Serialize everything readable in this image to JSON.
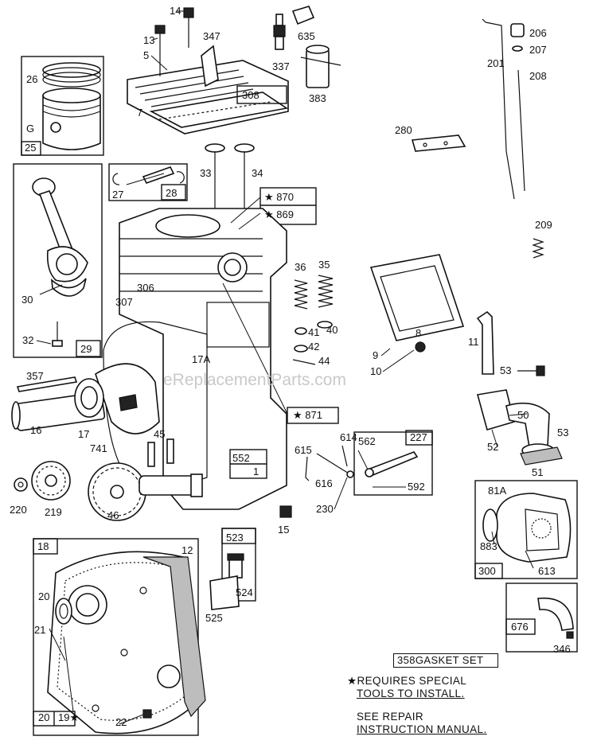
{
  "watermark": "eReplacementParts.com",
  "parts": {
    "p5": "5",
    "p7": "7",
    "p9": "9",
    "p10": "10",
    "p11": "11",
    "p12": "12",
    "p13": "13",
    "p14": "14",
    "p15": "15",
    "p16": "16",
    "p17": "17",
    "p17A": "17A",
    "p18": "18",
    "p19": "19★",
    "p20a": "20",
    "p20b": "20",
    "p21": "21",
    "p22": "22",
    "p25": "25",
    "p26": "26",
    "pG": "G",
    "p27": "27",
    "p28": "28",
    "p29": "29",
    "p30": "30",
    "p32": "32",
    "p33": "33",
    "p34": "34",
    "p35": "35",
    "p36": "36",
    "p40": "40",
    "p41": "41",
    "p42": "42",
    "p44": "44",
    "p45": "45",
    "p46": "46",
    "p50": "50",
    "p51": "51",
    "p52": "52",
    "p53a": "53",
    "p53b": "53",
    "p8": "8",
    "p81A": "81A",
    "p201": "201",
    "p206": "206",
    "p207": "207",
    "p208": "208",
    "p209": "209",
    "p219": "219",
    "p220": "220",
    "p227": "227",
    "p230": "230",
    "p280": "280",
    "p300": "300",
    "p306": "306",
    "p307": "307",
    "p308": "308",
    "p337": "337",
    "p346": "346",
    "p347": "347",
    "p357": "357",
    "p383": "383",
    "p523": "523",
    "p524": "524",
    "p525": "525",
    "p552": "552",
    "p1": "1",
    "p562": "562",
    "p592": "592",
    "p613": "613",
    "p614": "614",
    "p615": "615",
    "p616": "616",
    "p635": "635",
    "p676": "676",
    "p741": "741",
    "p869": "★ 869",
    "p870": "★ 870",
    "p871": "★ 871",
    "p883": "883"
  },
  "notes": {
    "gasket_set": "358GASKET SET",
    "special_tools_line1": "★REQUIRES SPECIAL",
    "special_tools_line2": "TOOLS TO INSTALL.",
    "repair_line1": "SEE REPAIR",
    "repair_line2": "INSTRUCTION MANUAL."
  }
}
